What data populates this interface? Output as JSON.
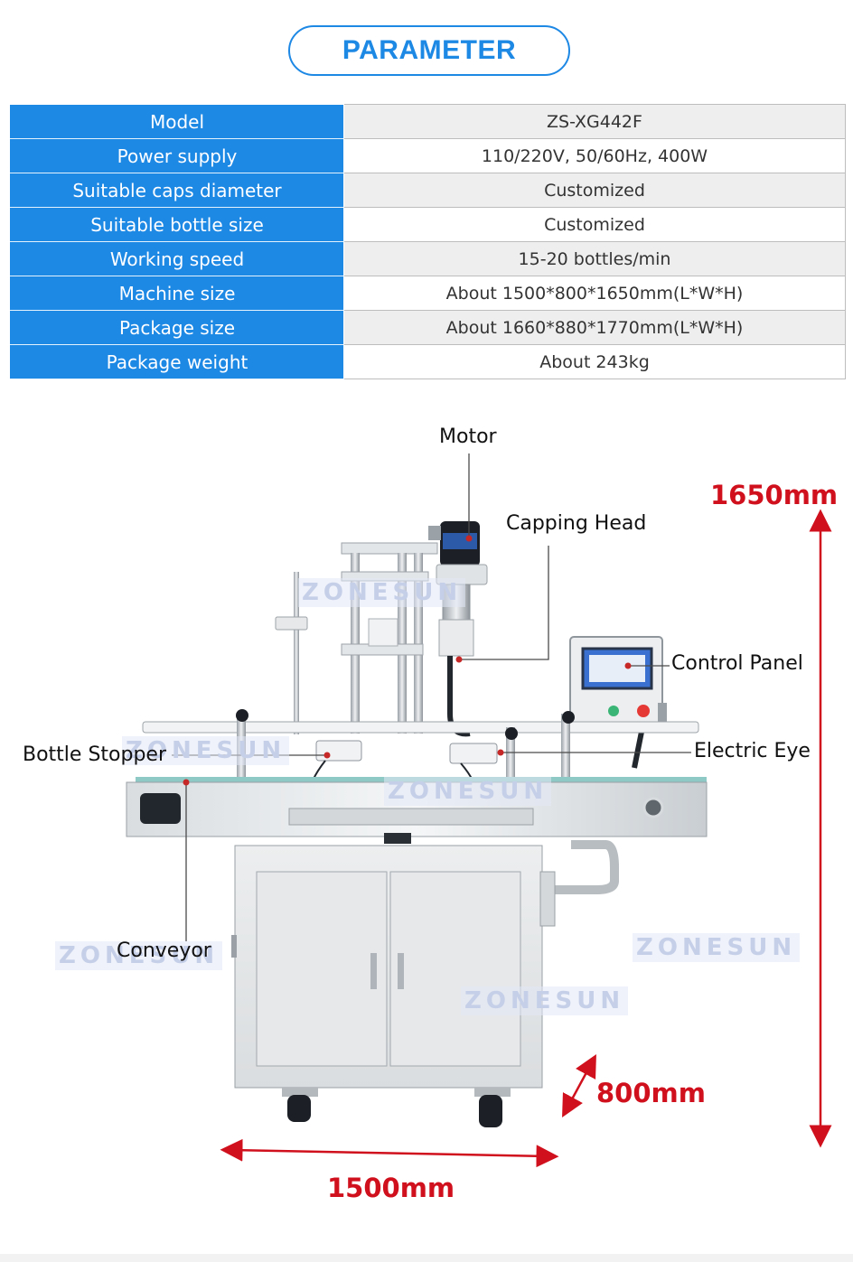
{
  "header": {
    "title": "PARAMETER"
  },
  "spec_table": [
    {
      "label": "Model",
      "value": "ZS-XG442F"
    },
    {
      "label": "Power supply",
      "value": "110/220V, 50/60Hz, 400W"
    },
    {
      "label": "Suitable caps diameter",
      "value": "Customized"
    },
    {
      "label": "Suitable bottle size",
      "value": "Customized"
    },
    {
      "label": "Working speed",
      "value": "15-20 bottles/min"
    },
    {
      "label": "Machine size",
      "value": "About 1500*800*1650mm(L*W*H)"
    },
    {
      "label": "Package size",
      "value": "About 1660*880*1770mm(L*W*H)"
    },
    {
      "label": "Package weight",
      "value": "About 243kg"
    }
  ],
  "callouts": {
    "motor": "Motor",
    "capping_head": "Capping Head",
    "control_panel": "Control Panel",
    "bottle_stopper": "Bottle Stopper",
    "electric_eye": "Electric Eye",
    "conveyor": "Conveyor"
  },
  "dimensions": {
    "height": "1650mm",
    "depth": "800mm",
    "length": "1500mm"
  },
  "watermark": "ZONESUN",
  "colors": {
    "accent": "#1e88e5",
    "dimension": "#d0101c",
    "callout_dot": "#c62828"
  }
}
